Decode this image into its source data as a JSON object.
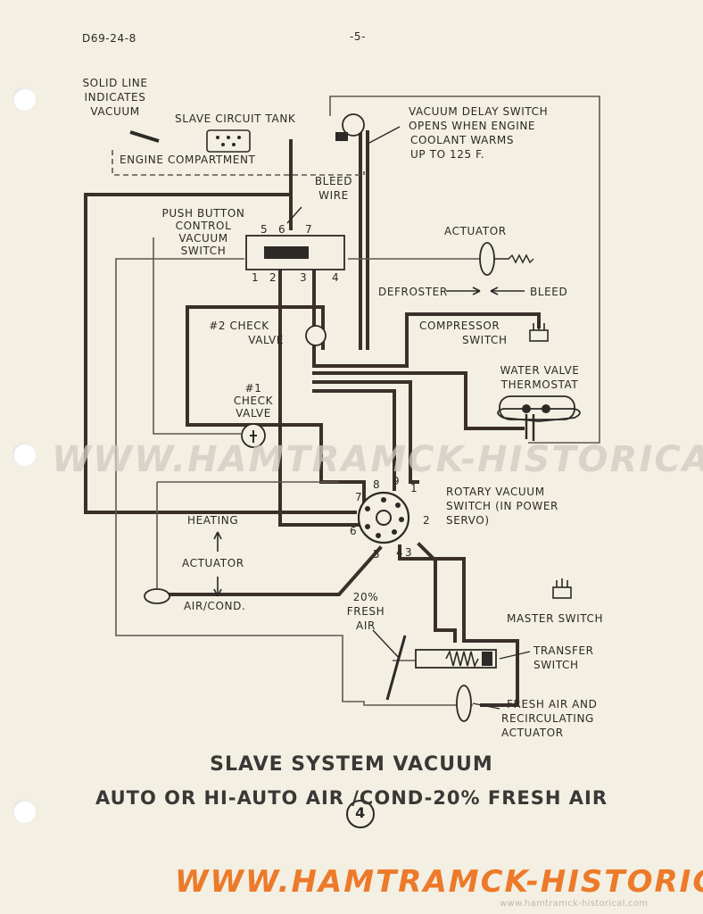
{
  "header": {
    "doc_id": "D69-24-8",
    "page_number": "-5-"
  },
  "labels": {
    "solid_line_1": "SOLID LINE",
    "solid_line_2": "INDICATES",
    "solid_line_3": "VACUUM",
    "slave_tank": "SLAVE CIRCUIT TANK",
    "engine_compartment": "ENGINE COMPARTMENT",
    "delay_1": "VACUUM DELAY SWITCH",
    "delay_2": "OPENS WHEN ENGINE",
    "delay_3": "COOLANT WARMS",
    "delay_4": "UP TO 125 F.",
    "bleed_1": "BLEED",
    "bleed_2": "WIRE",
    "push_1": "PUSH BUTTON",
    "push_2": "CONTROL",
    "push_3": "VACUUM",
    "push_4": "SWITCH",
    "pb_port_5": "5",
    "pb_port_6": "6",
    "pb_port_7": "7",
    "pb_port_1": "1",
    "pb_port_2": "2",
    "pb_port_3": "3",
    "pb_port_4": "4",
    "actuator_top": "ACTUATOR",
    "defroster": "DEFROSTER",
    "bleed": "BLEED",
    "check2_1": "#2 CHECK",
    "check2_2": "VALVE",
    "compressor_1": "COMPRESSOR",
    "compressor_2": "SWITCH",
    "water_1": "WATER VALVE",
    "water_2": "THERMOSTAT",
    "check1_1": "#1",
    "check1_2": "CHECK",
    "check1_3": "VALVE",
    "rotary_1": "ROTARY VACUUM",
    "rotary_2": "SWITCH (IN POWER",
    "rotary_3": "SERVO)",
    "rot_port_1": "1",
    "rot_port_2": "2",
    "rot_port_3": "3",
    "rot_port_4": "4",
    "rot_port_5": "5",
    "rot_port_6": "6",
    "rot_port_7": "7",
    "rot_port_8": "8",
    "rot_port_9": "9",
    "heating": "HEATING",
    "actuator_left": "ACTUATOR",
    "aircond": "AIR/COND.",
    "fresh_1": "20%",
    "fresh_2": "FRESH",
    "fresh_3": "AIR",
    "master": "MASTER SWITCH",
    "transfer_1": "TRANSFER",
    "transfer_2": "SWITCH",
    "recirc_1": "FRESH AIR AND",
    "recirc_2": "RECIRCULATING",
    "recirc_3": "ACTUATOR"
  },
  "title": {
    "line1": "SLAVE SYSTEM VACUUM",
    "line2": "AUTO OR HI-AUTO AIR /COND-20% FRESH AIR",
    "figure_number": "4"
  },
  "watermarks": {
    "mid": "WWW.HAMTRAMCK-HISTORICAL.COM",
    "bottom": "WWW.HAMTRAMCK-HISTORICAL.COM",
    "small": "www.hamtramck-historical.com"
  },
  "colors": {
    "paper": "#f3efe2",
    "ink": "#2c2926",
    "watermark_orange": "#e8782a",
    "watermark_gray": "#c9c6bd"
  }
}
